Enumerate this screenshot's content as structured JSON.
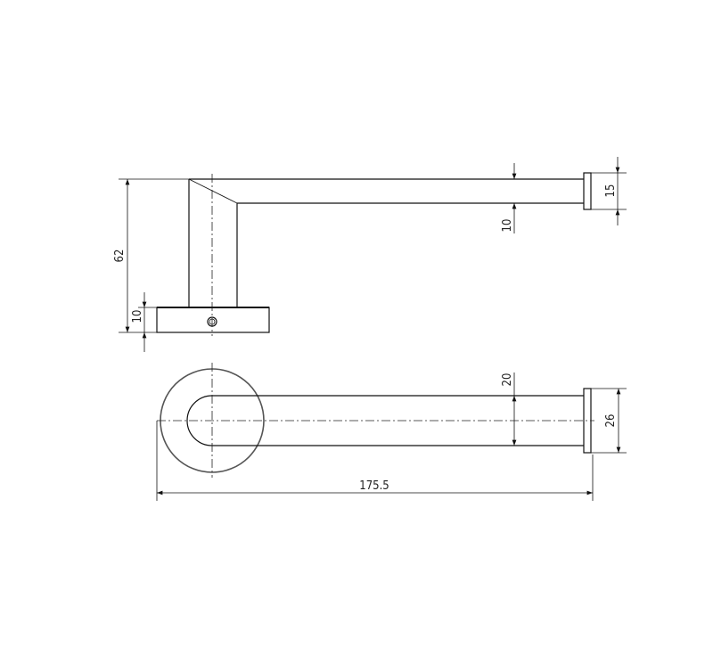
{
  "dimensions": {
    "height_total": "62",
    "base_thickness": "10",
    "bar_thickness_side": "10",
    "end_cap_side": "15",
    "bar_width_top": "20",
    "end_cap_top": "26",
    "overall_length": "175.5"
  },
  "colors": {
    "line": "#111111",
    "background": "#ffffff"
  }
}
